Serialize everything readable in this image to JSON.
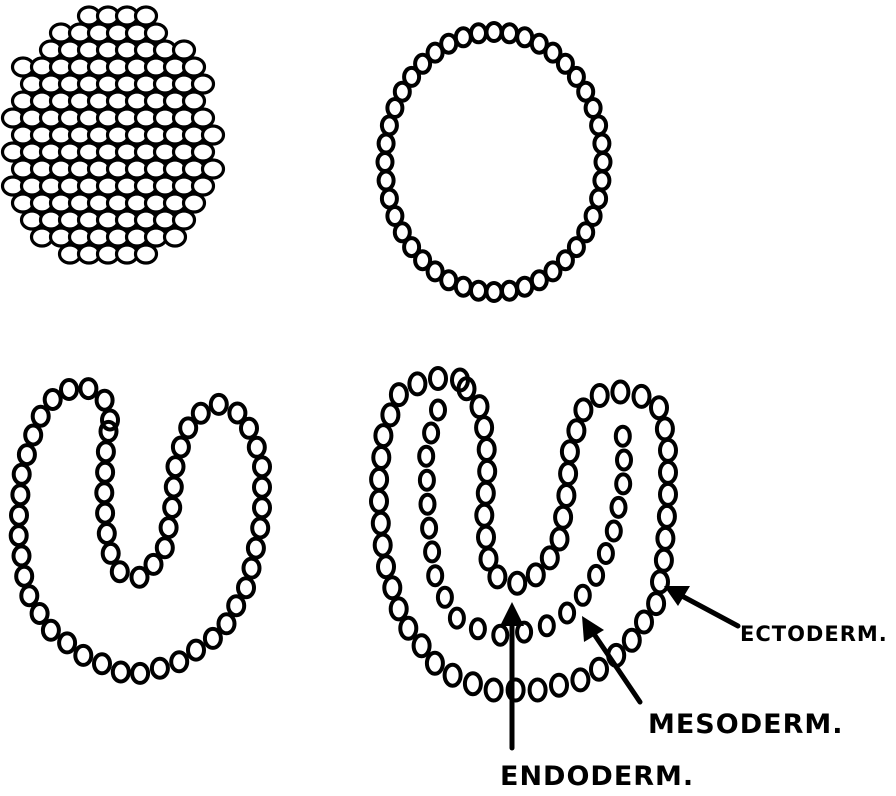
{
  "diagram": {
    "stages": [
      {
        "id": "solid-ball-of-cells"
      },
      {
        "id": "hollow-ring-of-cells"
      },
      {
        "id": "two-layer-cup"
      },
      {
        "id": "three-layer-cup"
      }
    ],
    "labels": {
      "ectoderm": "ECTODERM.",
      "mesoderm": "MESODERM.",
      "endoderm": "ENDODERM."
    },
    "colors": {
      "ink": "#000000",
      "paper": "#ffffff"
    }
  }
}
